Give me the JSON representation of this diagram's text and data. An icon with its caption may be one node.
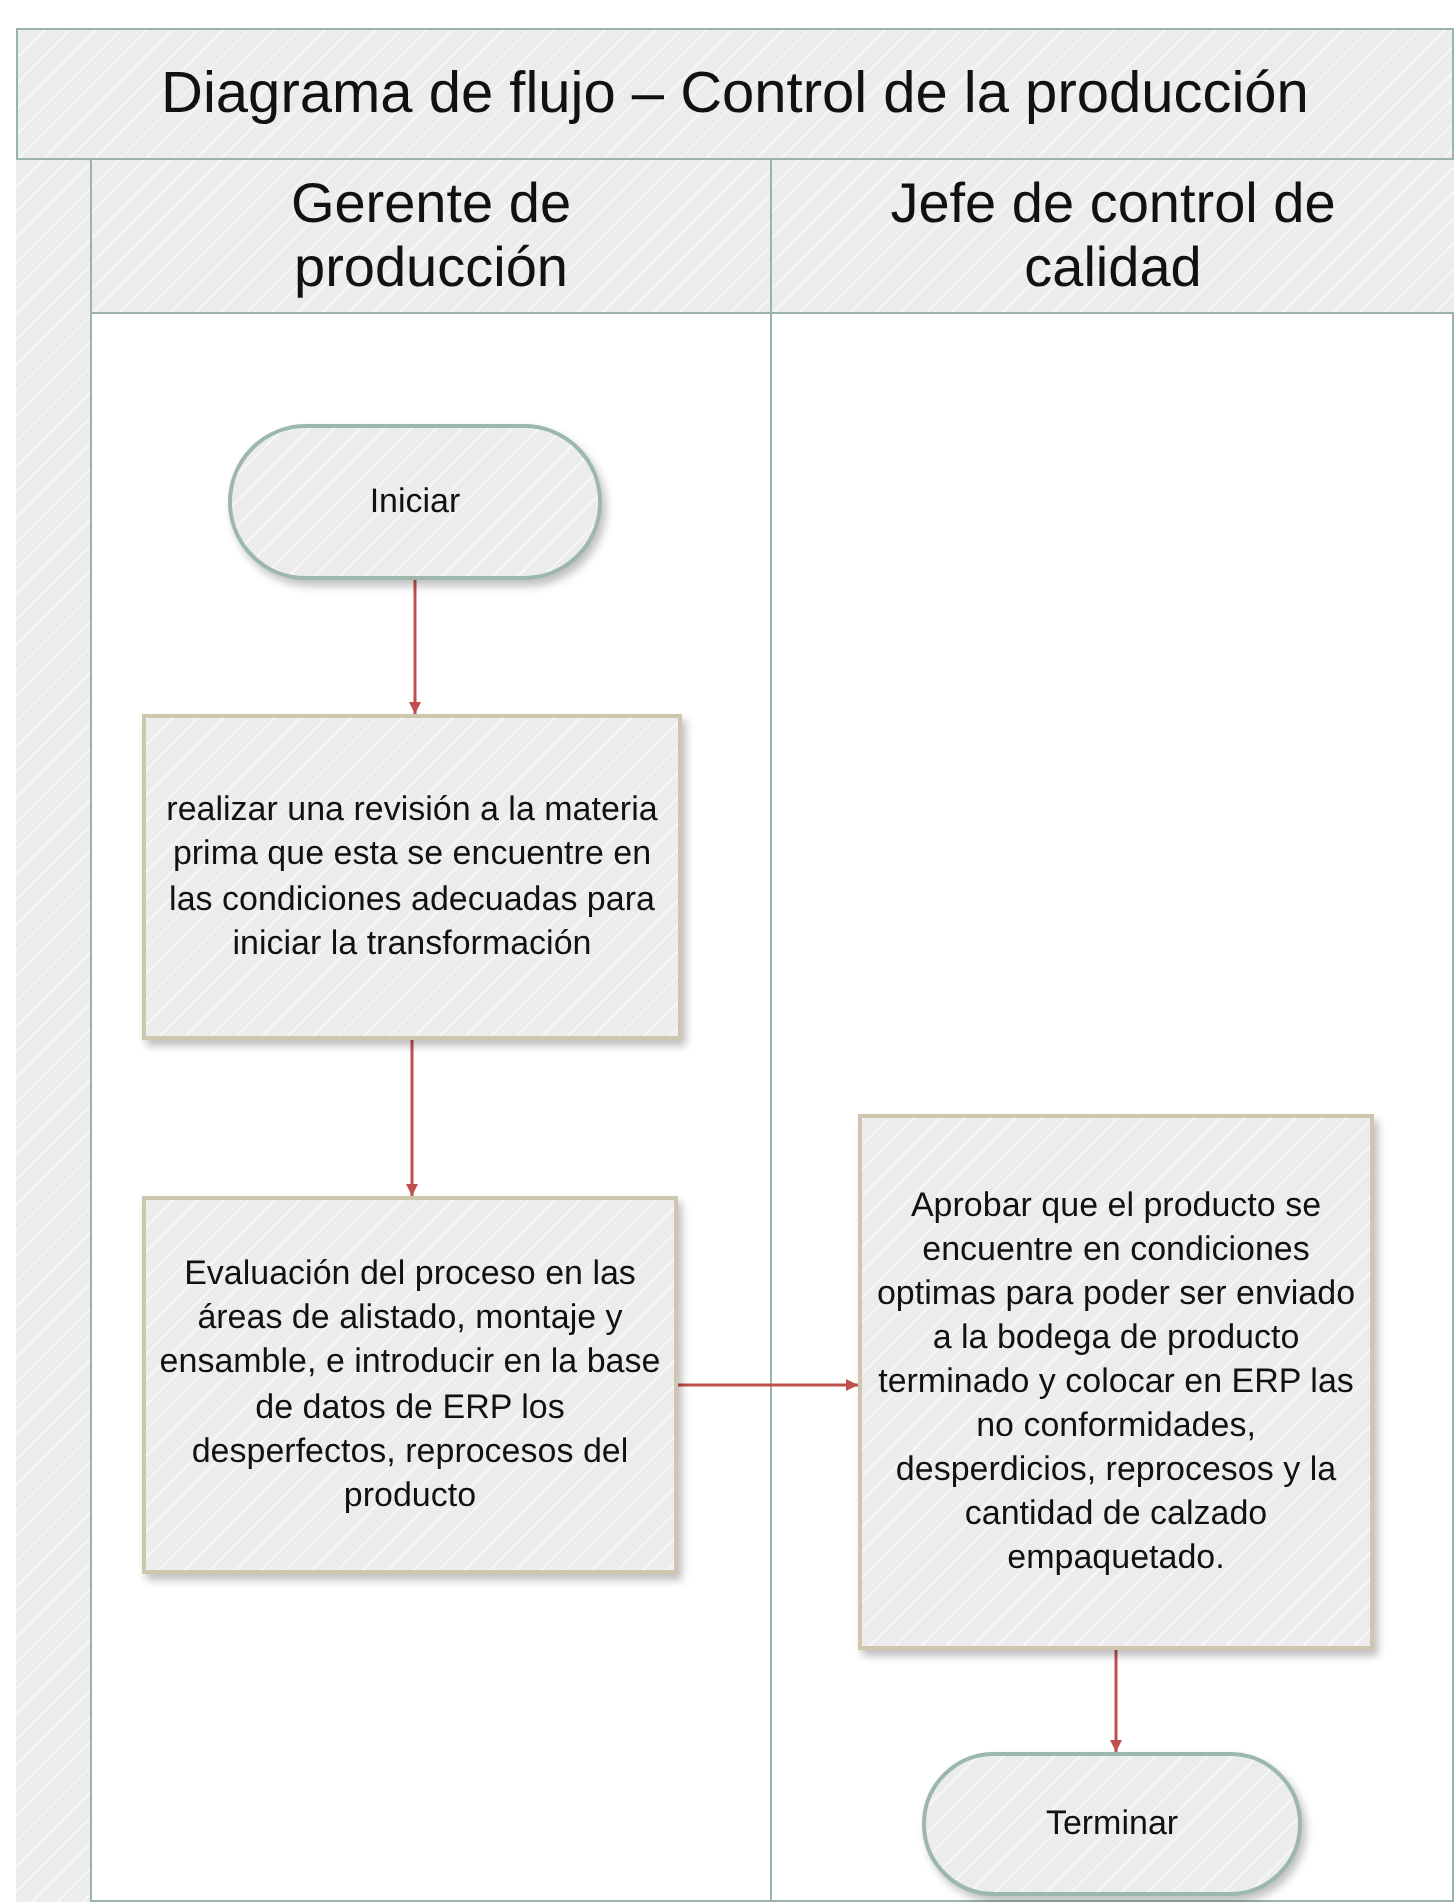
{
  "diagram": {
    "title": "Diagrama de flujo – Control de la producción",
    "nodes": [
      {
        "text": [
          "Gerente de producción"
        ]
      },
      {
        "text": [
          "Jefe de control de calidad"
        ]
      },
      {
        "text": [
          "Iniciar"
        ],
        "in": 0
      },
      {
        "text": [
          "realizar una revisión a la materia prima que esta se encuentre en las condiciones adecuadas para iniciar la transformación"
        ],
        "in": 0
      },
      {
        "text": [
          "Evaluación del proceso en las áreas de alistado, montaje y ensamble, e introducir en la base de datos de ERP los desperfectos, reprocesos del producto"
        ],
        "in": 0
      },
      {
        "text": [
          "Aprobar que el producto se encuentre en condiciones optimas para poder ser enviado a la bodega de producto terminado y colocar en ERP las no conformidades, desperdicios, reprocesos y la cantidad de calzado empaquetado."
        ],
        "in": 1
      },
      {
        "text": [
          "Terminar"
        ],
        "in": 1
      }
    ],
    "edges": [
      {
        "from": 2,
        "to": 3,
        "arrow": "to"
      },
      {
        "from": 3,
        "to": 4,
        "arrow": "to"
      },
      {
        "from": 4,
        "to": 5,
        "arrow": "to"
      },
      {
        "from": 5,
        "to": 6,
        "arrow": "to"
      }
    ]
  }
}
